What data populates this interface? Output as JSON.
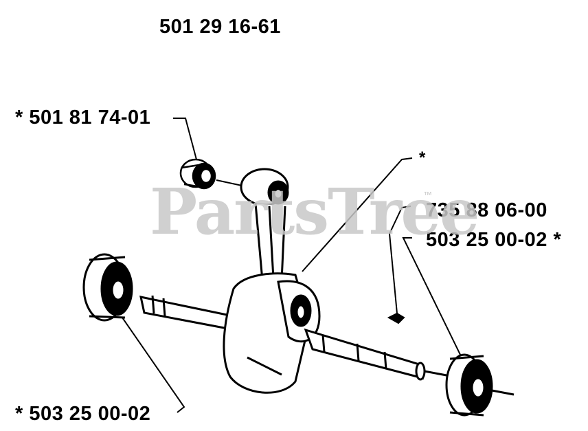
{
  "diagram": {
    "assembly_number": "501 29 16-61",
    "labels": {
      "needle_bearing": "* 501 81 74-01",
      "connecting_rod": "*",
      "key": "735 88 06-00",
      "bearing_right": "503 25 00-02 *",
      "bearing_left": "* 503 25 00-02"
    },
    "watermark": "PartsTree",
    "trademark": "™"
  }
}
